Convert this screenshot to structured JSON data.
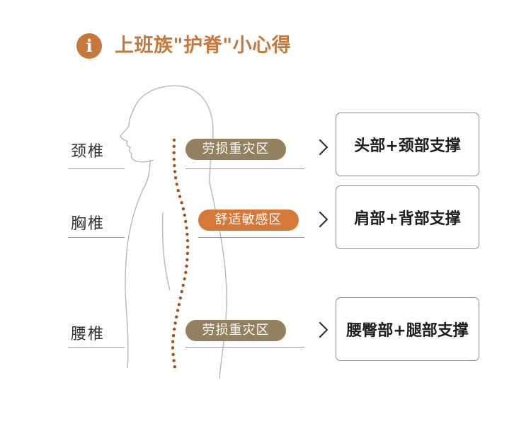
{
  "header": {
    "icon": "info-icon",
    "icon_glyph": "i",
    "title": "上班族\"护脊\"小心得"
  },
  "colors": {
    "accent": "#c8773b",
    "strain_pill": "#94805f",
    "comfort_pill": "#d67938",
    "spine_dots": "#a0521d"
  },
  "rows": [
    {
      "label": "颈椎",
      "tag": "劳损重灾区",
      "tag_kind": "strain",
      "support": "头部+颈部支撑"
    },
    {
      "label": "胸椎",
      "tag": "舒适敏感区",
      "tag_kind": "comfort",
      "support": "肩部+背部支撑"
    },
    {
      "label": "腰椎",
      "tag": "劳损重灾区",
      "tag_kind": "strain",
      "support": "腰臀部+腿部支撑"
    }
  ]
}
